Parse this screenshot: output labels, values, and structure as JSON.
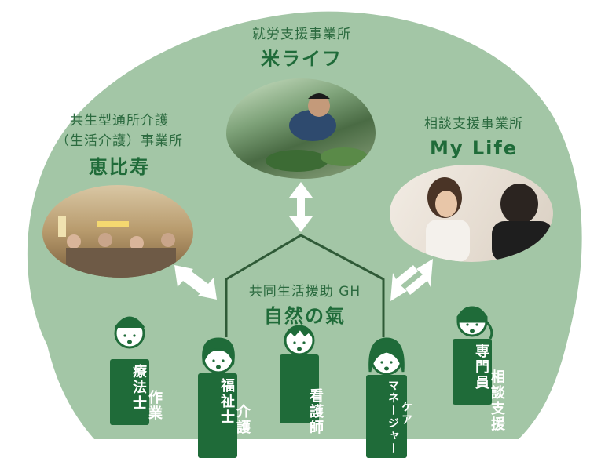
{
  "colors": {
    "background_blob": "#a3c6a6",
    "accent_dark_green": "#1f6b39",
    "text_green": "#2b6a3f",
    "arrow": "#ffffff",
    "outline": "#2f5a37"
  },
  "facilities": {
    "work_support": {
      "type_label": "就労支援事業所",
      "name": "米ライフ"
    },
    "consultation": {
      "type_label": "相談支援事業所",
      "name": "My Life"
    },
    "day_care": {
      "type_label_1": "共生型通所介護",
      "type_label_2": "（生活介護）事業所",
      "name": "恵比寿"
    },
    "group_home": {
      "type_label": "共同生活援助 GH",
      "name": "自然の氣"
    }
  },
  "staff": [
    {
      "role": "療作法業士"
    },
    {
      "role": "介護福祉士"
    },
    {
      "role": "看護師"
    },
    {
      "role": "ケアマネージャー"
    },
    {
      "role": "相談支援専門員"
    }
  ],
  "staff_columns": {
    "ot": [
      "作業",
      "療法士"
    ],
    "care": [
      "介護",
      "福祉士"
    ],
    "nurse": [
      "看護師"
    ],
    "cm": [
      "ケア",
      "マネージャー"
    ],
    "consult": [
      "相談支援",
      "専門員"
    ]
  },
  "icons": [
    "person-ot-icon",
    "person-care-icon",
    "person-nurse-icon",
    "person-cm-icon",
    "person-consult-icon",
    "bidirectional-arrow-icon"
  ]
}
